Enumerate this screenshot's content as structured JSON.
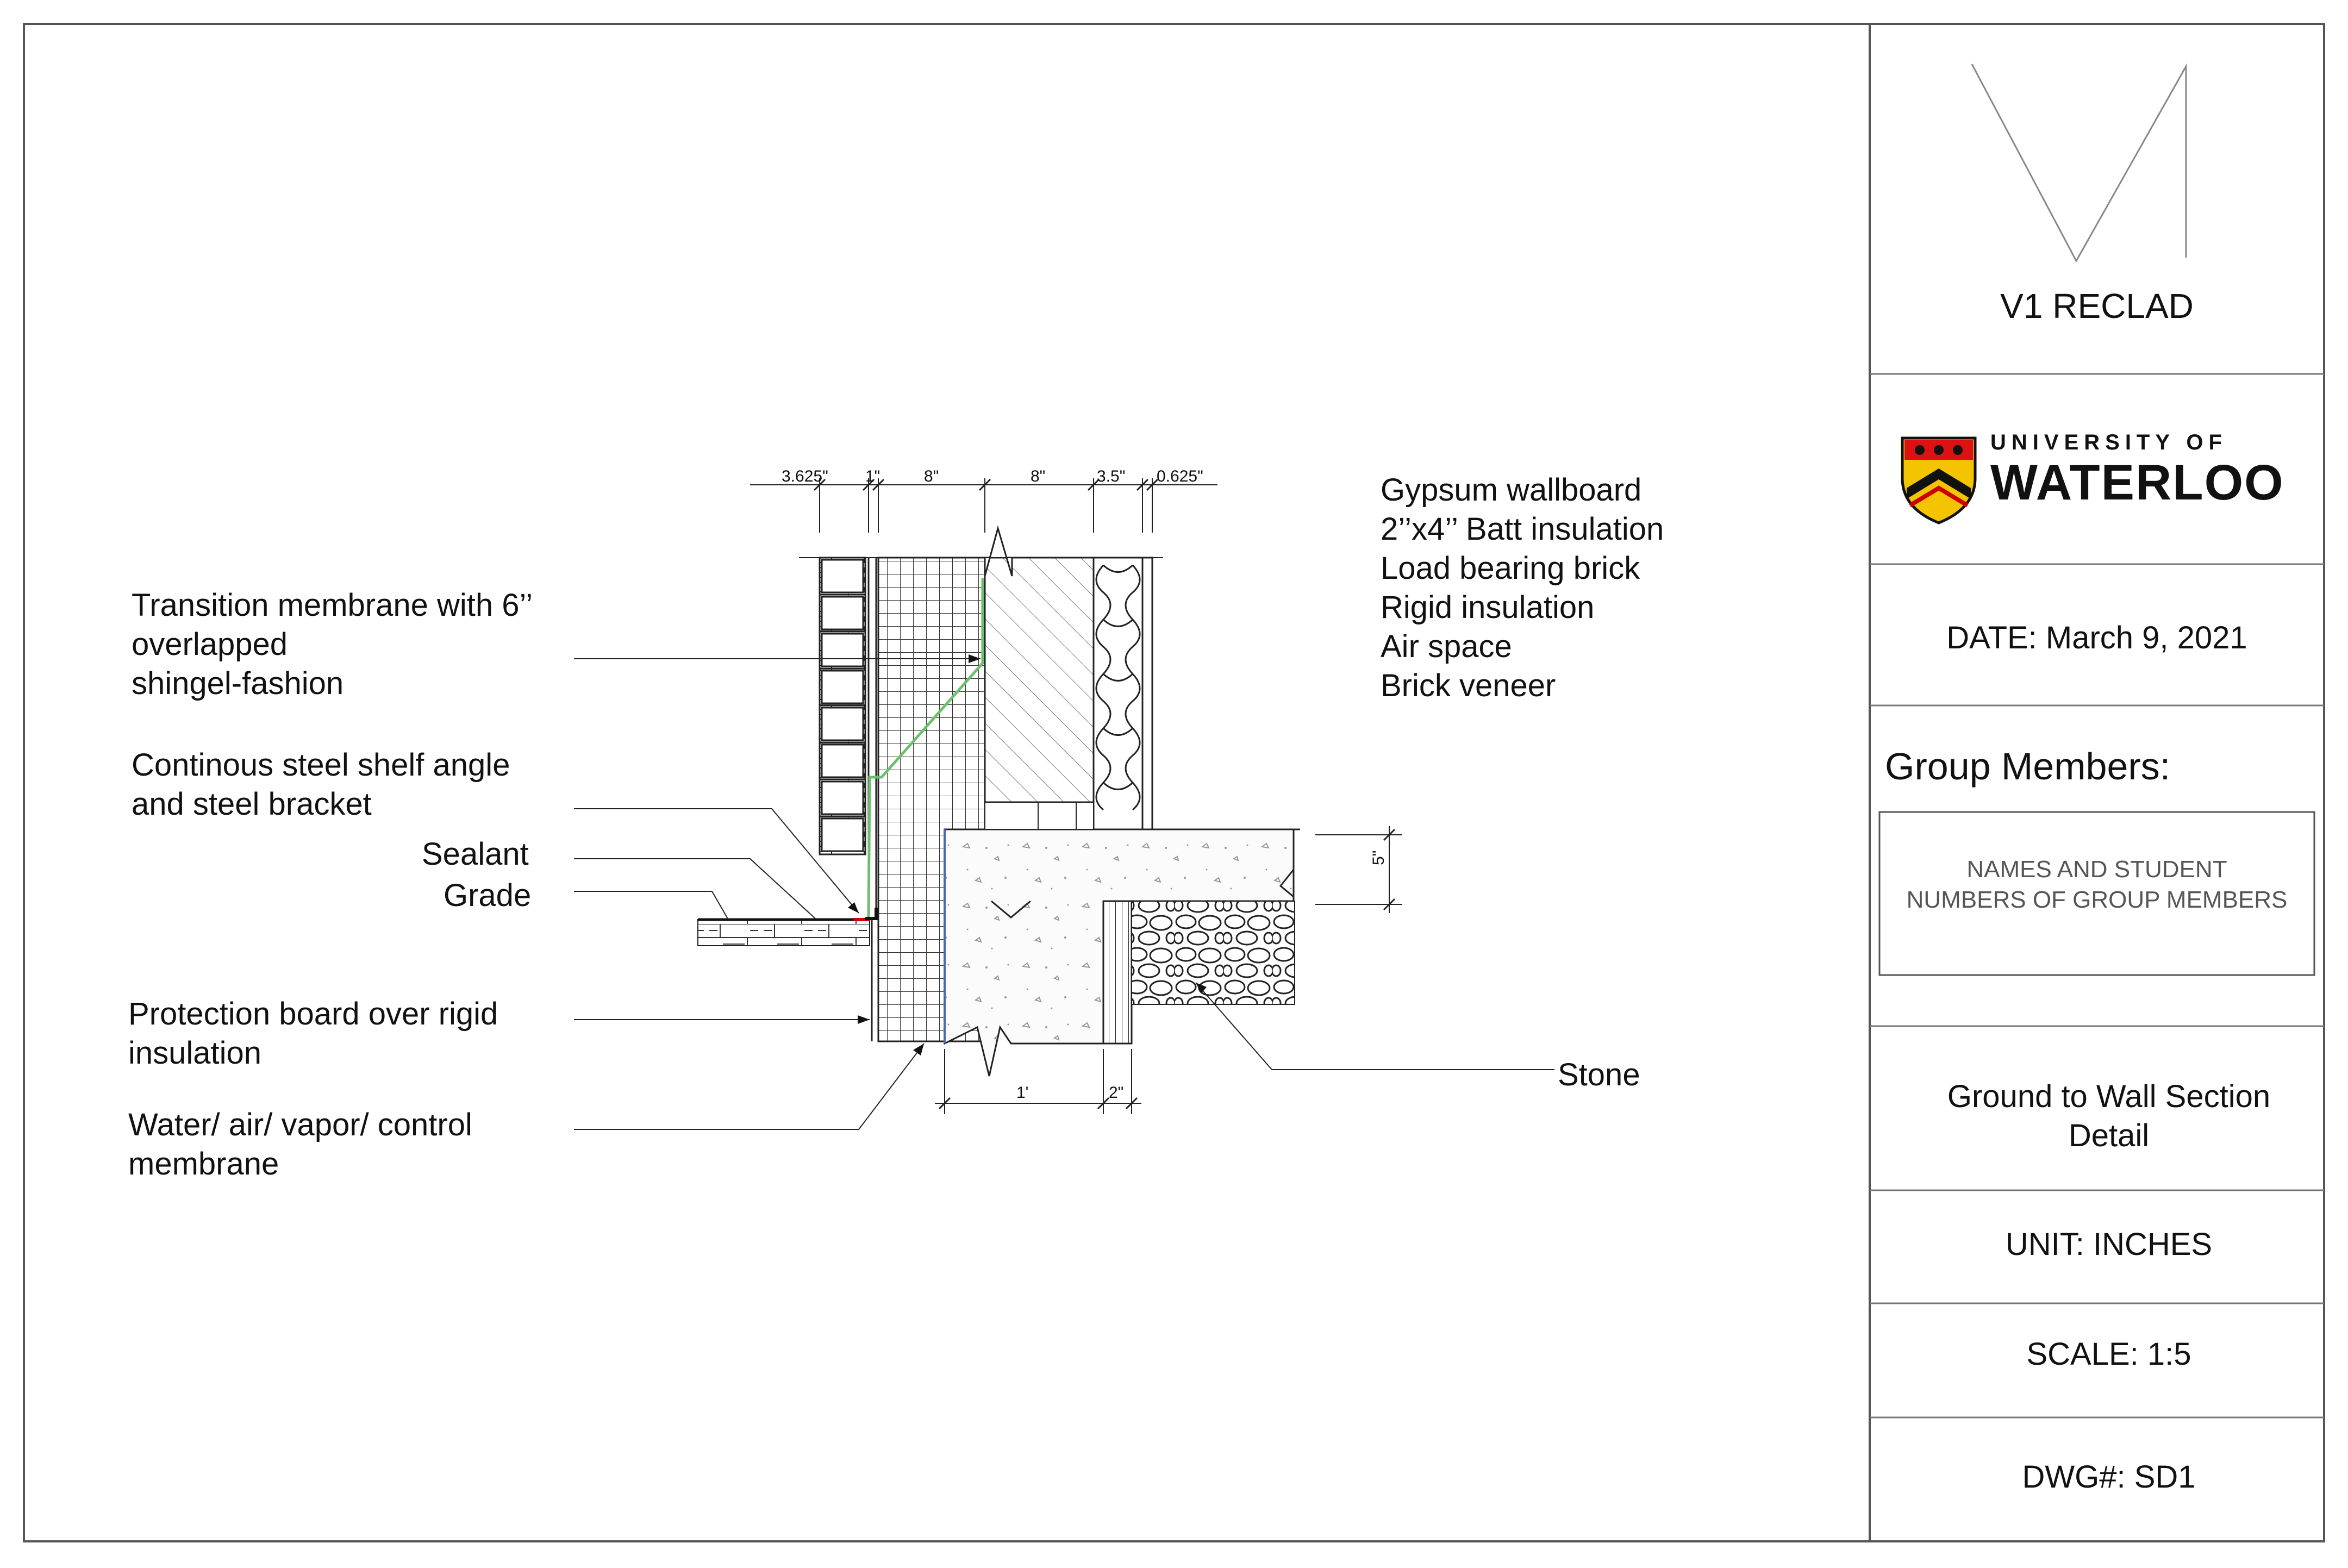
{
  "title_block": {
    "project": "V1 RECLAD",
    "university_line1": "UNIVERSITY OF",
    "university_line2": "WATERLOO",
    "date": "DATE: March 9, 2021",
    "group_members_heading": "Group Members:",
    "group_members_placeholder": "NAMES AND STUDENT\nNUMBERS OF GROUP MEMBERS",
    "drawing_title": "Ground to Wall Section\nDetail",
    "unit": "UNIT: INCHES",
    "scale": "SCALE: 1:5",
    "dwg_number": "DWG#: SD1"
  },
  "left_callouts": [
    {
      "id": "transition-membrane",
      "text": "Transition membrane with 6’’\noverlapped\nshingel-fashion"
    },
    {
      "id": "shelf-angle",
      "text": "Continous steel shelf angle\nand steel bracket"
    },
    {
      "id": "sealant",
      "text": "Sealant"
    },
    {
      "id": "grade",
      "text": "Grade"
    },
    {
      "id": "protection-board",
      "text": "Protection board over rigid\ninsulation"
    },
    {
      "id": "membrane",
      "text": "Water/ air/ vapor/ control\nmembrane"
    }
  ],
  "right_layers": [
    "Gypsum wallboard",
    "2’’x4’’ Batt insulation",
    "Load bearing brick",
    "Rigid insulation",
    "Air space",
    "Brick veneer"
  ],
  "stone_label": "Stone",
  "dimensions": {
    "top": [
      "3.625\"",
      "1\"",
      "8\"",
      "8\"",
      "3.5\"",
      "0.625\""
    ],
    "slab": "5\"",
    "footing": "1'",
    "small": "2\""
  }
}
